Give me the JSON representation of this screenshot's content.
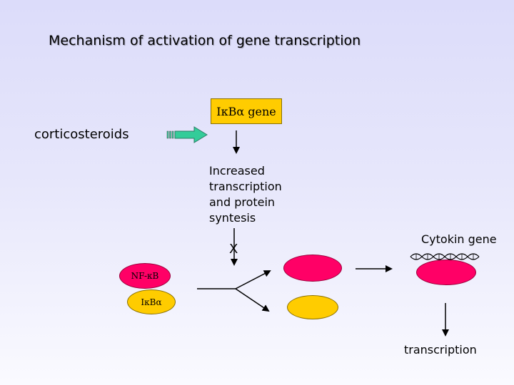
{
  "diagram": {
    "title": "Mechanism of activation of gene transcription",
    "gene_box_label": "IκBα gene",
    "corticosteroids_label": "corticosteroids",
    "increased_lines": [
      "Increased",
      "transcription",
      "and protein",
      "syntesis"
    ],
    "cytokin_label": "Cytokin gene",
    "nfkb_label": "NF-κB",
    "ikba_label": "IκBα",
    "transcription_label": "transcription",
    "inhibition_mark": "X",
    "colors": {
      "pink": "#ff0066",
      "yellow": "#ffcc00",
      "green_arrow": "#33cc99"
    }
  }
}
